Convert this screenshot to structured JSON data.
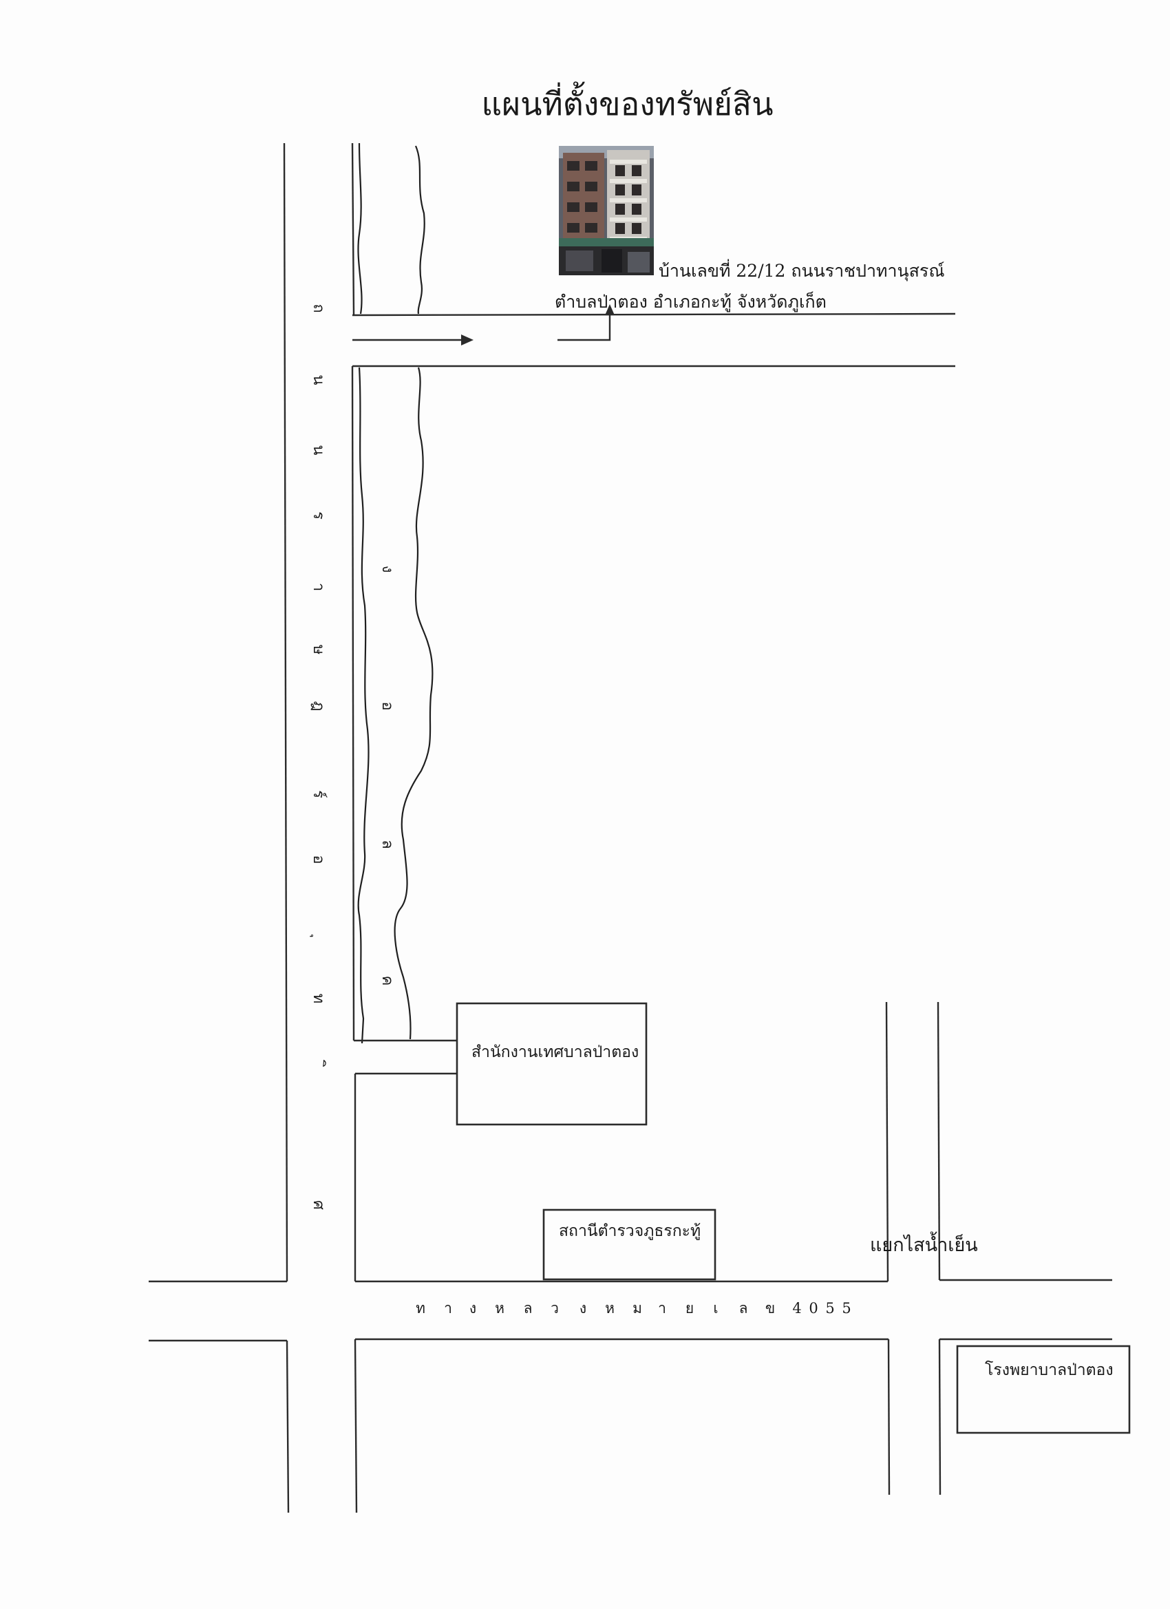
{
  "map": {
    "title": "แผนที่ตั้งของทรัพย์สิน",
    "property": {
      "address_line1": "บ้านเลขที่  22/12 ถนนราชปาทานุสรณ์",
      "address_line2": "ตำบลป่าตอง อำเภอกะทู้ จังหวัดภูเก็ต",
      "photo_alt": "building-photo"
    },
    "landmarks": {
      "municipal_office": "สำนักงานเทศบาลป่าตอง",
      "police_station": "สถานีตำรวจภูธรกะทู้",
      "hospital": "โรงพยาบาลป่าตอง",
      "junction": "แยกไสน้ำเย็น"
    },
    "roads": {
      "highway_label": "ทางหลวงหมายเลข 4055",
      "highway_chars": [
        "ท",
        "า",
        "ง",
        "ห",
        "ล",
        "ว",
        "ง",
        "ห",
        "ม",
        "า",
        "ย",
        "เ",
        "ล",
        "ข",
        "4",
        "0",
        "5",
        "5"
      ],
      "rat_uthit_label": "ถนนราษฎร์อุทิศ",
      "rat_uthit_chars": [
        "ถ",
        "น",
        "น",
        "ร",
        "า",
        "ษ",
        "ฎ",
        "ร์",
        "อ",
        "ุ",
        "ท",
        "ิ",
        "ศ"
      ]
    },
    "canal": {
      "label": "คลอง",
      "chars": [
        "ค",
        "ล",
        "อ",
        "ง"
      ]
    }
  }
}
